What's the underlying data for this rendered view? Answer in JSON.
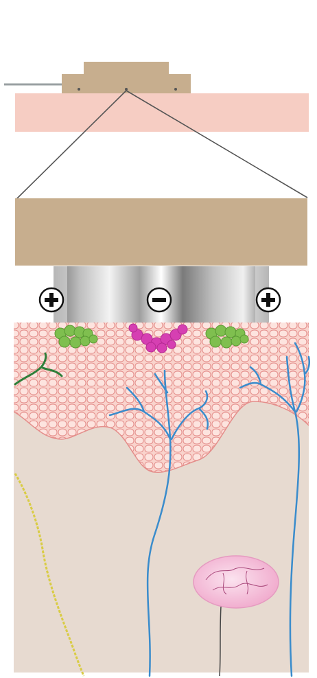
{
  "electrodes": [
    {
      "polarity": "positive",
      "symbol": "+",
      "color": "#7fbf4f"
    },
    {
      "polarity": "negative",
      "symbol": "−",
      "color": "#d63fb2"
    },
    {
      "polarity": "positive",
      "symbol": "+",
      "color": "#7fbf4f"
    }
  ],
  "colors": {
    "device_body": "#c7ae8e",
    "skin_surface": "#f6cdc3",
    "epidermis_cells": "#f4bdb5",
    "dermis": "#e7dad0",
    "nerve": "#3a8ccc",
    "hair_follicle": "#f4b9d9",
    "yellow_fiber": "#d9cc45",
    "green_vessel": "#2f7f3a"
  }
}
